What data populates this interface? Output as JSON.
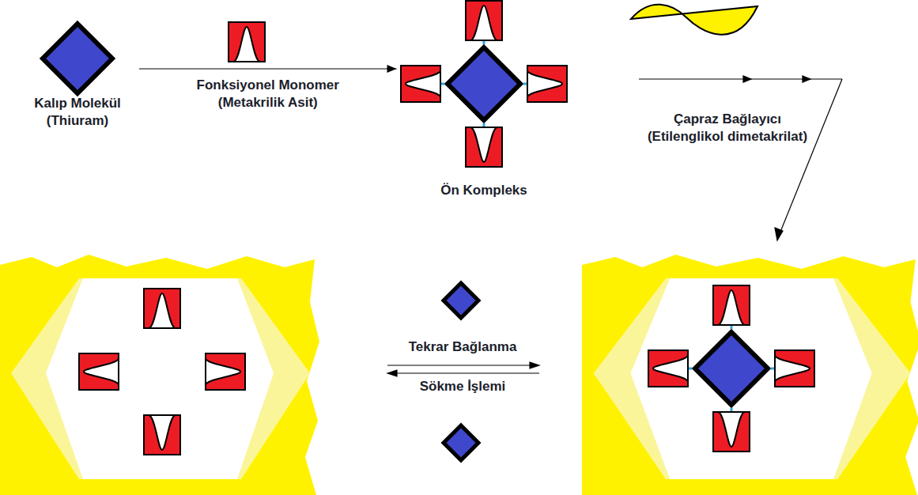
{
  "diagram": {
    "nodes": [
      {
        "text": [
          "Kalıp Molekül (Thiuram)"
        ]
      },
      {
        "text": [
          "Ön Kompleks"
        ]
      }
    ],
    "edges": [
      {
        "from": 0,
        "to": 1,
        "arrow": "to",
        "label": "Fonksiyonel Monomer (Metakrilik Asit)"
      }
    ],
    "labels": [
      "Çapraz Bağlayıcı (Etilenglikol dimetakrilat)",
      "Tekrar Bağlanma",
      "Sökme İşlemi"
    ]
  }
}
